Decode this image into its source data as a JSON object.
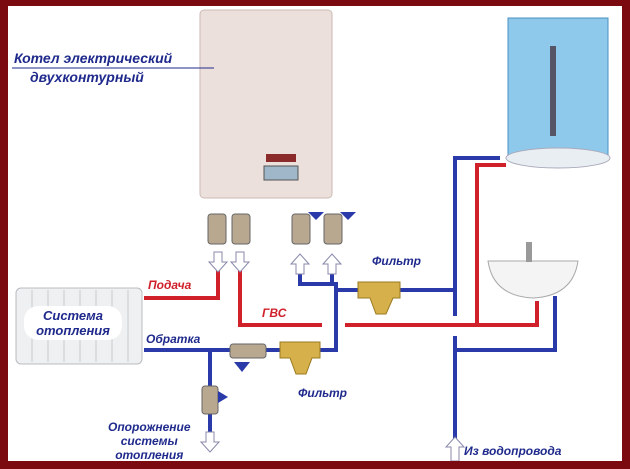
{
  "boiler_label": {
    "line1": "Котел электрический",
    "line2": "двухконтурный"
  },
  "radiator_label": {
    "line1": "Система",
    "line2": "отопления"
  },
  "supply_label": "Подача",
  "return_label": "Обратка",
  "hot_water_label": "ГВС",
  "filter_label_top": "Фильтр",
  "filter_label_bottom": "Фильтр",
  "drain_label": {
    "line1": "Опорожнение",
    "line2": "системы",
    "line3": "отопления"
  },
  "water_supply_label": "Из водопровода",
  "colors": {
    "border": "#7a0a10",
    "hot_pipe": "#d0202a",
    "cold_pipe": "#2a3aa8",
    "text": "#1f2a8c"
  }
}
